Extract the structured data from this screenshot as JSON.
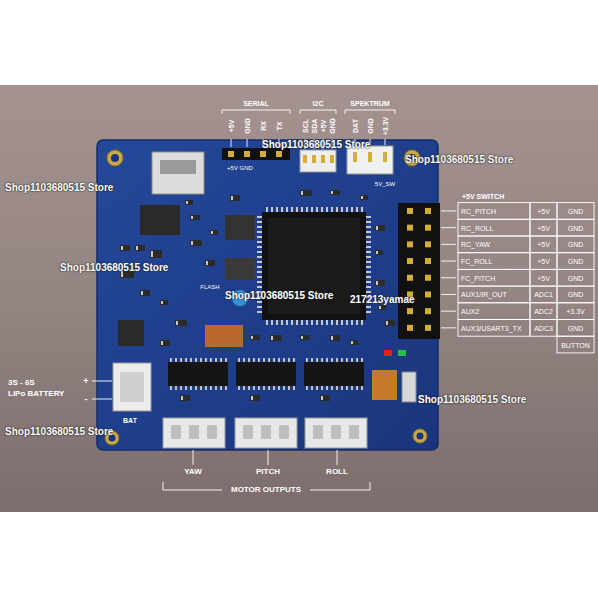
{
  "diagram": {
    "labels": [
      "SERIAL",
      "+5V",
      "GND",
      "RX",
      "TX",
      "I2C",
      "SCL",
      "SDA",
      "+5V",
      "GND",
      "SPEKTRUM",
      "DAT",
      "GND",
      "+3.3V",
      "+5V GND",
      "5V_SW",
      "FLASH",
      "BAT",
      "+5V SWITCH",
      "RC_PITCH",
      "+5V",
      "GND",
      "RC_ROLL",
      "+5V",
      "GND",
      "RC_YAW",
      "+5V",
      "GND",
      "FC_ROLL",
      "+5V",
      "GND",
      "FC_PITCH",
      "+5V",
      "GND",
      "AUX1/IR_OUT",
      "ADC1",
      "GND",
      "AUX2",
      "ADC2",
      "+3.3V",
      "AUX3/USART3_TX",
      "ADC3",
      "GND",
      "BUTTON",
      "3S - 6S",
      "LiPo BATTERY",
      "+",
      "-",
      "YAW",
      "PITCH",
      "ROLL",
      "MOTOR OUTPUTS",
      "Shop1103680515 Store",
      "Shop1103680515 Store",
      "Shop1103680515 Store",
      "Shop1103680515 Store",
      "Shop1103680515 Store",
      "Shop1103680515 Store",
      "Shop1103680515 Store",
      "217213yamae"
    ]
  }
}
